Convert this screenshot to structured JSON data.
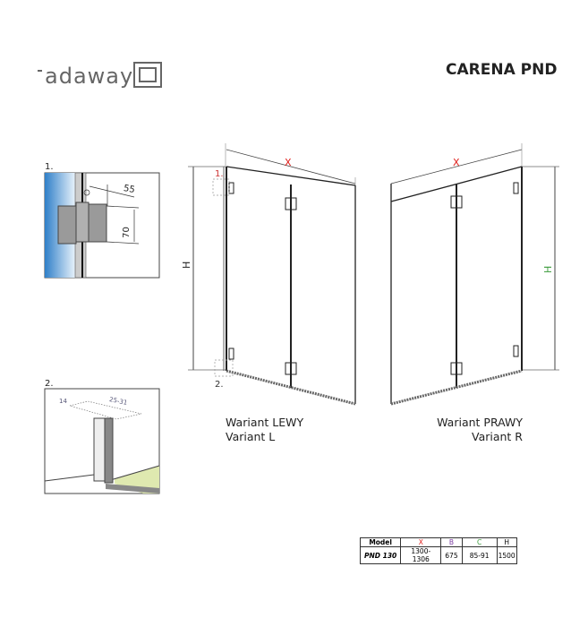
{
  "brand": {
    "logo_text": "radaway"
  },
  "header": {
    "title": "CARENA PND"
  },
  "details": [
    {
      "number": "1.",
      "dim_a": "55",
      "dim_b": "70"
    },
    {
      "number": "2.",
      "dim_a": "14",
      "dim_b": "25-31"
    }
  ],
  "drawings": {
    "left": {
      "label_1": "Wariant LEWY",
      "label_2": "Variant L",
      "dim_x": "X",
      "dim_h": "H",
      "marker_1": "1.",
      "marker_2": "2."
    },
    "right": {
      "label_1": "Wariant PRAWY",
      "label_2": "Variant R",
      "dim_x": "X",
      "dim_h": "H"
    }
  },
  "spec_table": {
    "headers": [
      "Model",
      "X",
      "B",
      "C",
      "H"
    ],
    "header_colors": [
      "#222222",
      "#e0201c",
      "#7a3aa0",
      "#3a9a3a",
      "#222222"
    ],
    "rows": [
      [
        "PND 130",
        "1300-1306",
        "675",
        "85-91",
        "1500"
      ]
    ]
  }
}
